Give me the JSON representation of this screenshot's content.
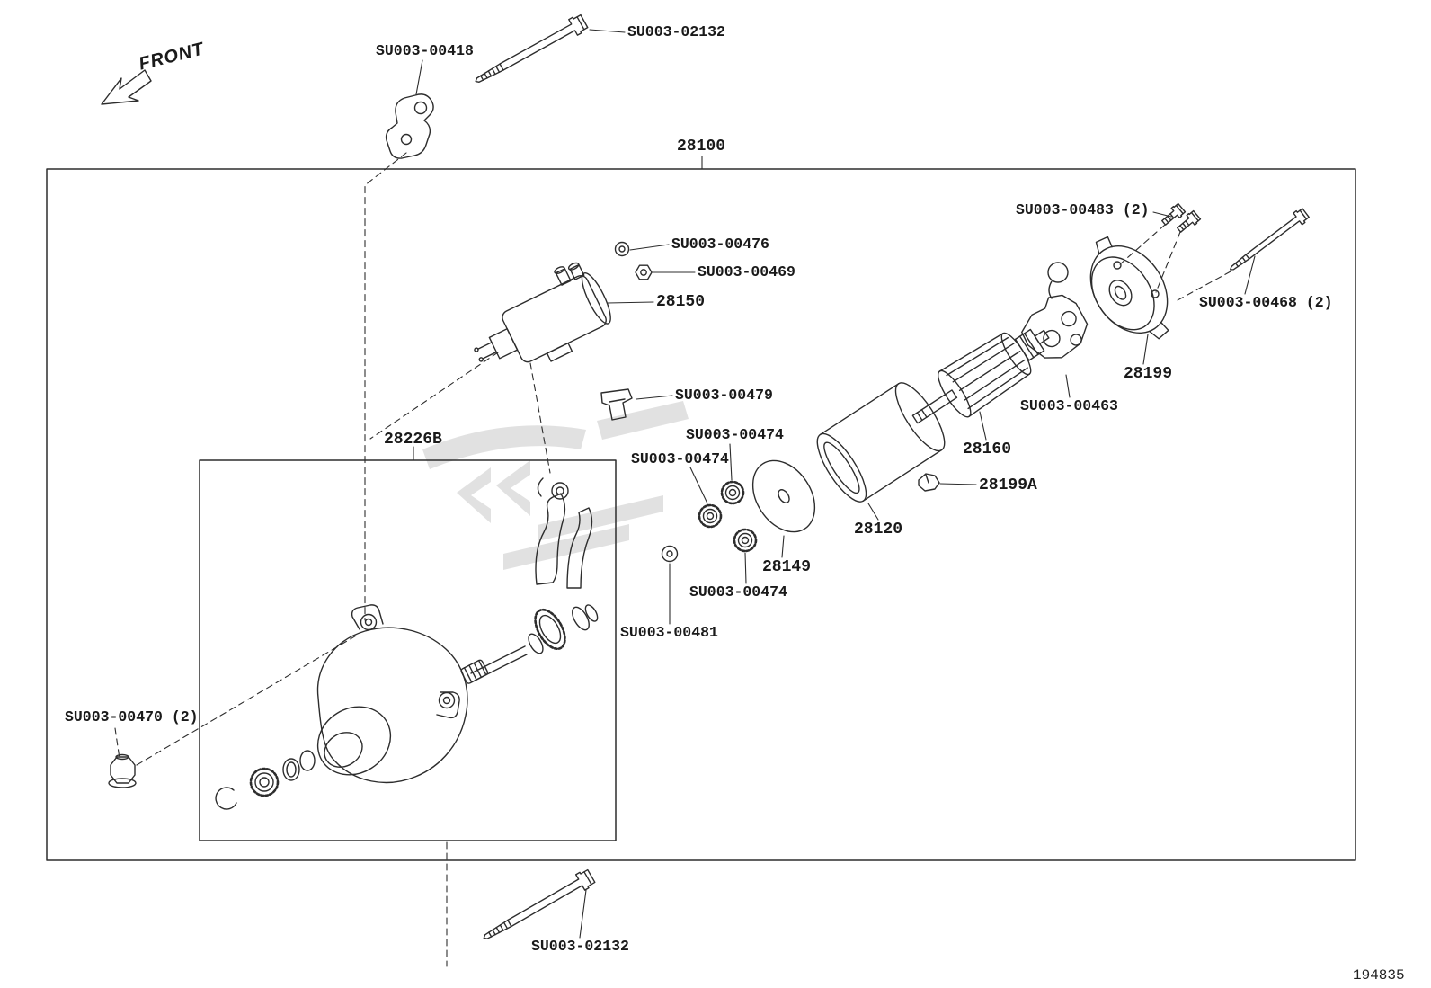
{
  "page": {
    "background": "#ffffff",
    "line_color": "#2d2d2d",
    "text_color": "#1a1a1a",
    "watermark_color": "#c9c9c9",
    "front_label": "FRONT",
    "doc_number": "194835"
  },
  "assembly": {
    "main_assembly_number": "28100",
    "sub_assembly_number": "28226B",
    "description": "Starter exploded parts diagram"
  },
  "labels": [
    {
      "id": "su003-00418",
      "text": "SU003-00418"
    },
    {
      "id": "su003-02132-top",
      "text": "SU003-02132"
    },
    {
      "id": "28100",
      "text": "28100"
    },
    {
      "id": "su003-00476",
      "text": "SU003-00476"
    },
    {
      "id": "su003-00469",
      "text": "SU003-00469"
    },
    {
      "id": "28150",
      "text": "28150"
    },
    {
      "id": "su003-00483",
      "text": "SU003-00483 (2)"
    },
    {
      "id": "su003-00468",
      "text": "SU003-00468 (2)"
    },
    {
      "id": "28199",
      "text": "28199"
    },
    {
      "id": "su003-00463",
      "text": "SU003-00463"
    },
    {
      "id": "28160",
      "text": "28160"
    },
    {
      "id": "28199A",
      "text": "28199A"
    },
    {
      "id": "28120",
      "text": "28120"
    },
    {
      "id": "su003-00479",
      "text": "SU003-00479"
    },
    {
      "id": "su003-00474-a",
      "text": "SU003-00474"
    },
    {
      "id": "su003-00474-b",
      "text": "SU003-00474"
    },
    {
      "id": "28226B",
      "text": "28226B"
    },
    {
      "id": "28149",
      "text": "28149"
    },
    {
      "id": "su003-00474-c",
      "text": "SU003-00474"
    },
    {
      "id": "su003-00481",
      "text": "SU003-00481"
    },
    {
      "id": "su003-00470",
      "text": "SU003-00470 (2)"
    },
    {
      "id": "su003-02132-bottom",
      "text": "SU003-02132"
    }
  ]
}
